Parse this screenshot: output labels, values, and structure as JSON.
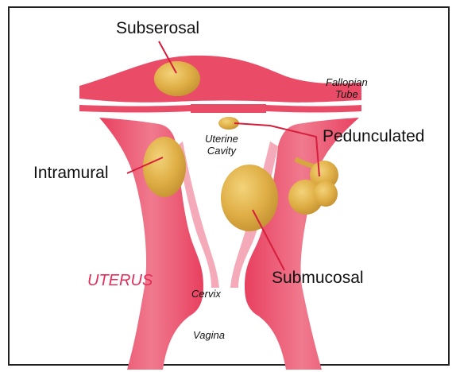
{
  "labels": {
    "subserosal": "Subserosal",
    "fallopian_tube_line1": "Fallopian",
    "fallopian_tube_line2": "Tube",
    "uterine_cavity_line1": "Uterine",
    "uterine_cavity_line2": "Cavity",
    "pedunculated": "Pedunculated",
    "intramural": "Intramural",
    "submucosal": "Submucosal",
    "uterus": "UTERUS",
    "cervix": "Cervix",
    "vagina": "Vagina"
  },
  "colors": {
    "tissue": "#ea4c68",
    "tissue_light": "#f2a5b3",
    "fibroid": "#e0b64c",
    "fibroid_edge": "#c99a36",
    "leader_line": "#d61e3c",
    "uterus_text": "#e32d5b"
  }
}
